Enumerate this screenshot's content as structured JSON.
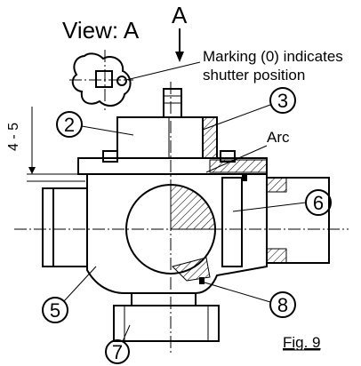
{
  "figure": {
    "caption": "Fig. 9",
    "view_label": "View: A",
    "section_letter": "A",
    "marking_note_line1": "Marking (0) indicates",
    "marking_note_line2": "shutter position",
    "arc_label": "Arc",
    "dimension_label": "4 - 5",
    "callouts": [
      "2",
      "3",
      "5",
      "6",
      "7",
      "8"
    ]
  }
}
